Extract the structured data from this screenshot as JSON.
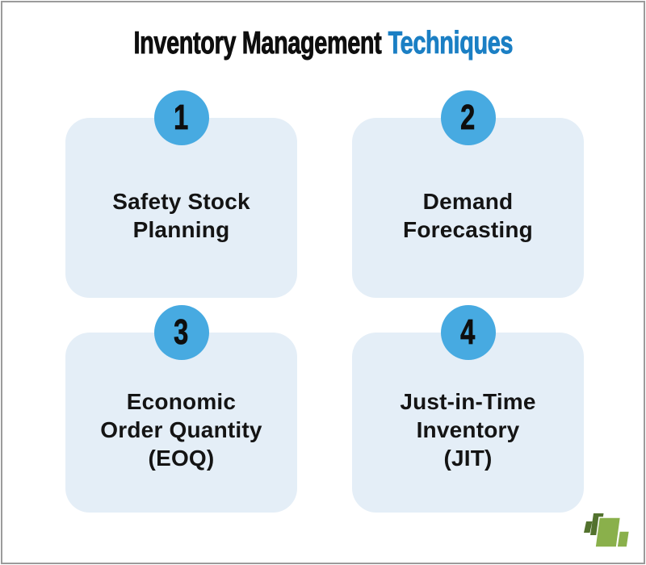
{
  "title": {
    "text_black": "Inventory Management",
    "text_accent": "Techniques"
  },
  "cards": [
    {
      "number": "1",
      "label": "Safety Stock\nPlanning"
    },
    {
      "number": "2",
      "label": "Demand\nForecasting"
    },
    {
      "number": "3",
      "label": "Economic\nOrder Quantity\n(EOQ)"
    },
    {
      "number": "4",
      "label": "Just-in-Time\nInventory\n(JIT)"
    }
  ],
  "colors": {
    "card_bg": "#e4eef7",
    "circle_bg": "#47aae1",
    "text": "#141414",
    "title_black": "#0e0e0e",
    "title_accent": "#1b7fc4",
    "border_gray": "#9b9b9b",
    "logo_light_green": "#8ab04b",
    "logo_dark_green": "#53722e"
  },
  "logo": {
    "name": "bar-chart-logo",
    "light_green": "#8ab04b",
    "dark_green": "#53722e"
  }
}
